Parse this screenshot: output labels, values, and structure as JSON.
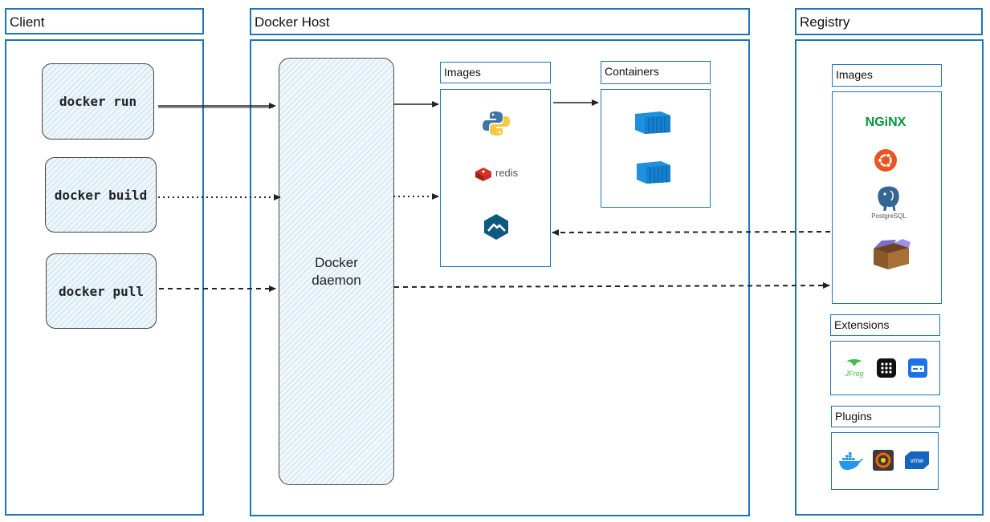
{
  "client": {
    "title": "Client",
    "commands": [
      "docker run",
      "docker build",
      "docker pull"
    ]
  },
  "host": {
    "title": "Docker Host",
    "daemon_line1": "Docker",
    "daemon_line2": "daemon",
    "images_title": "Images",
    "containers_title": "Containers",
    "redis_label": "redis"
  },
  "registry": {
    "title": "Registry",
    "images_title": "Images",
    "extensions_title": "Extensions",
    "plugins_title": "Plugins",
    "nginx_label": "NGiNX",
    "postgres_label": "PostgreSQL",
    "jfrog_label": "JFrog",
    "vmw_label": "vmw"
  },
  "icons": [
    "python-icon",
    "redis-icon",
    "alpine-icon",
    "container-icon",
    "nginx-icon",
    "ubuntu-icon",
    "postgresql-icon",
    "box-icon",
    "jfrog-icon",
    "grid-icon",
    "disk-icon",
    "docker-icon",
    "grafana-icon",
    "vmware-icon"
  ],
  "colors": {
    "border": "#1c75bc",
    "hatch": "#78b4dc",
    "container": "#1e90e0",
    "nginx": "#009639",
    "ubuntu": "#e95420"
  }
}
